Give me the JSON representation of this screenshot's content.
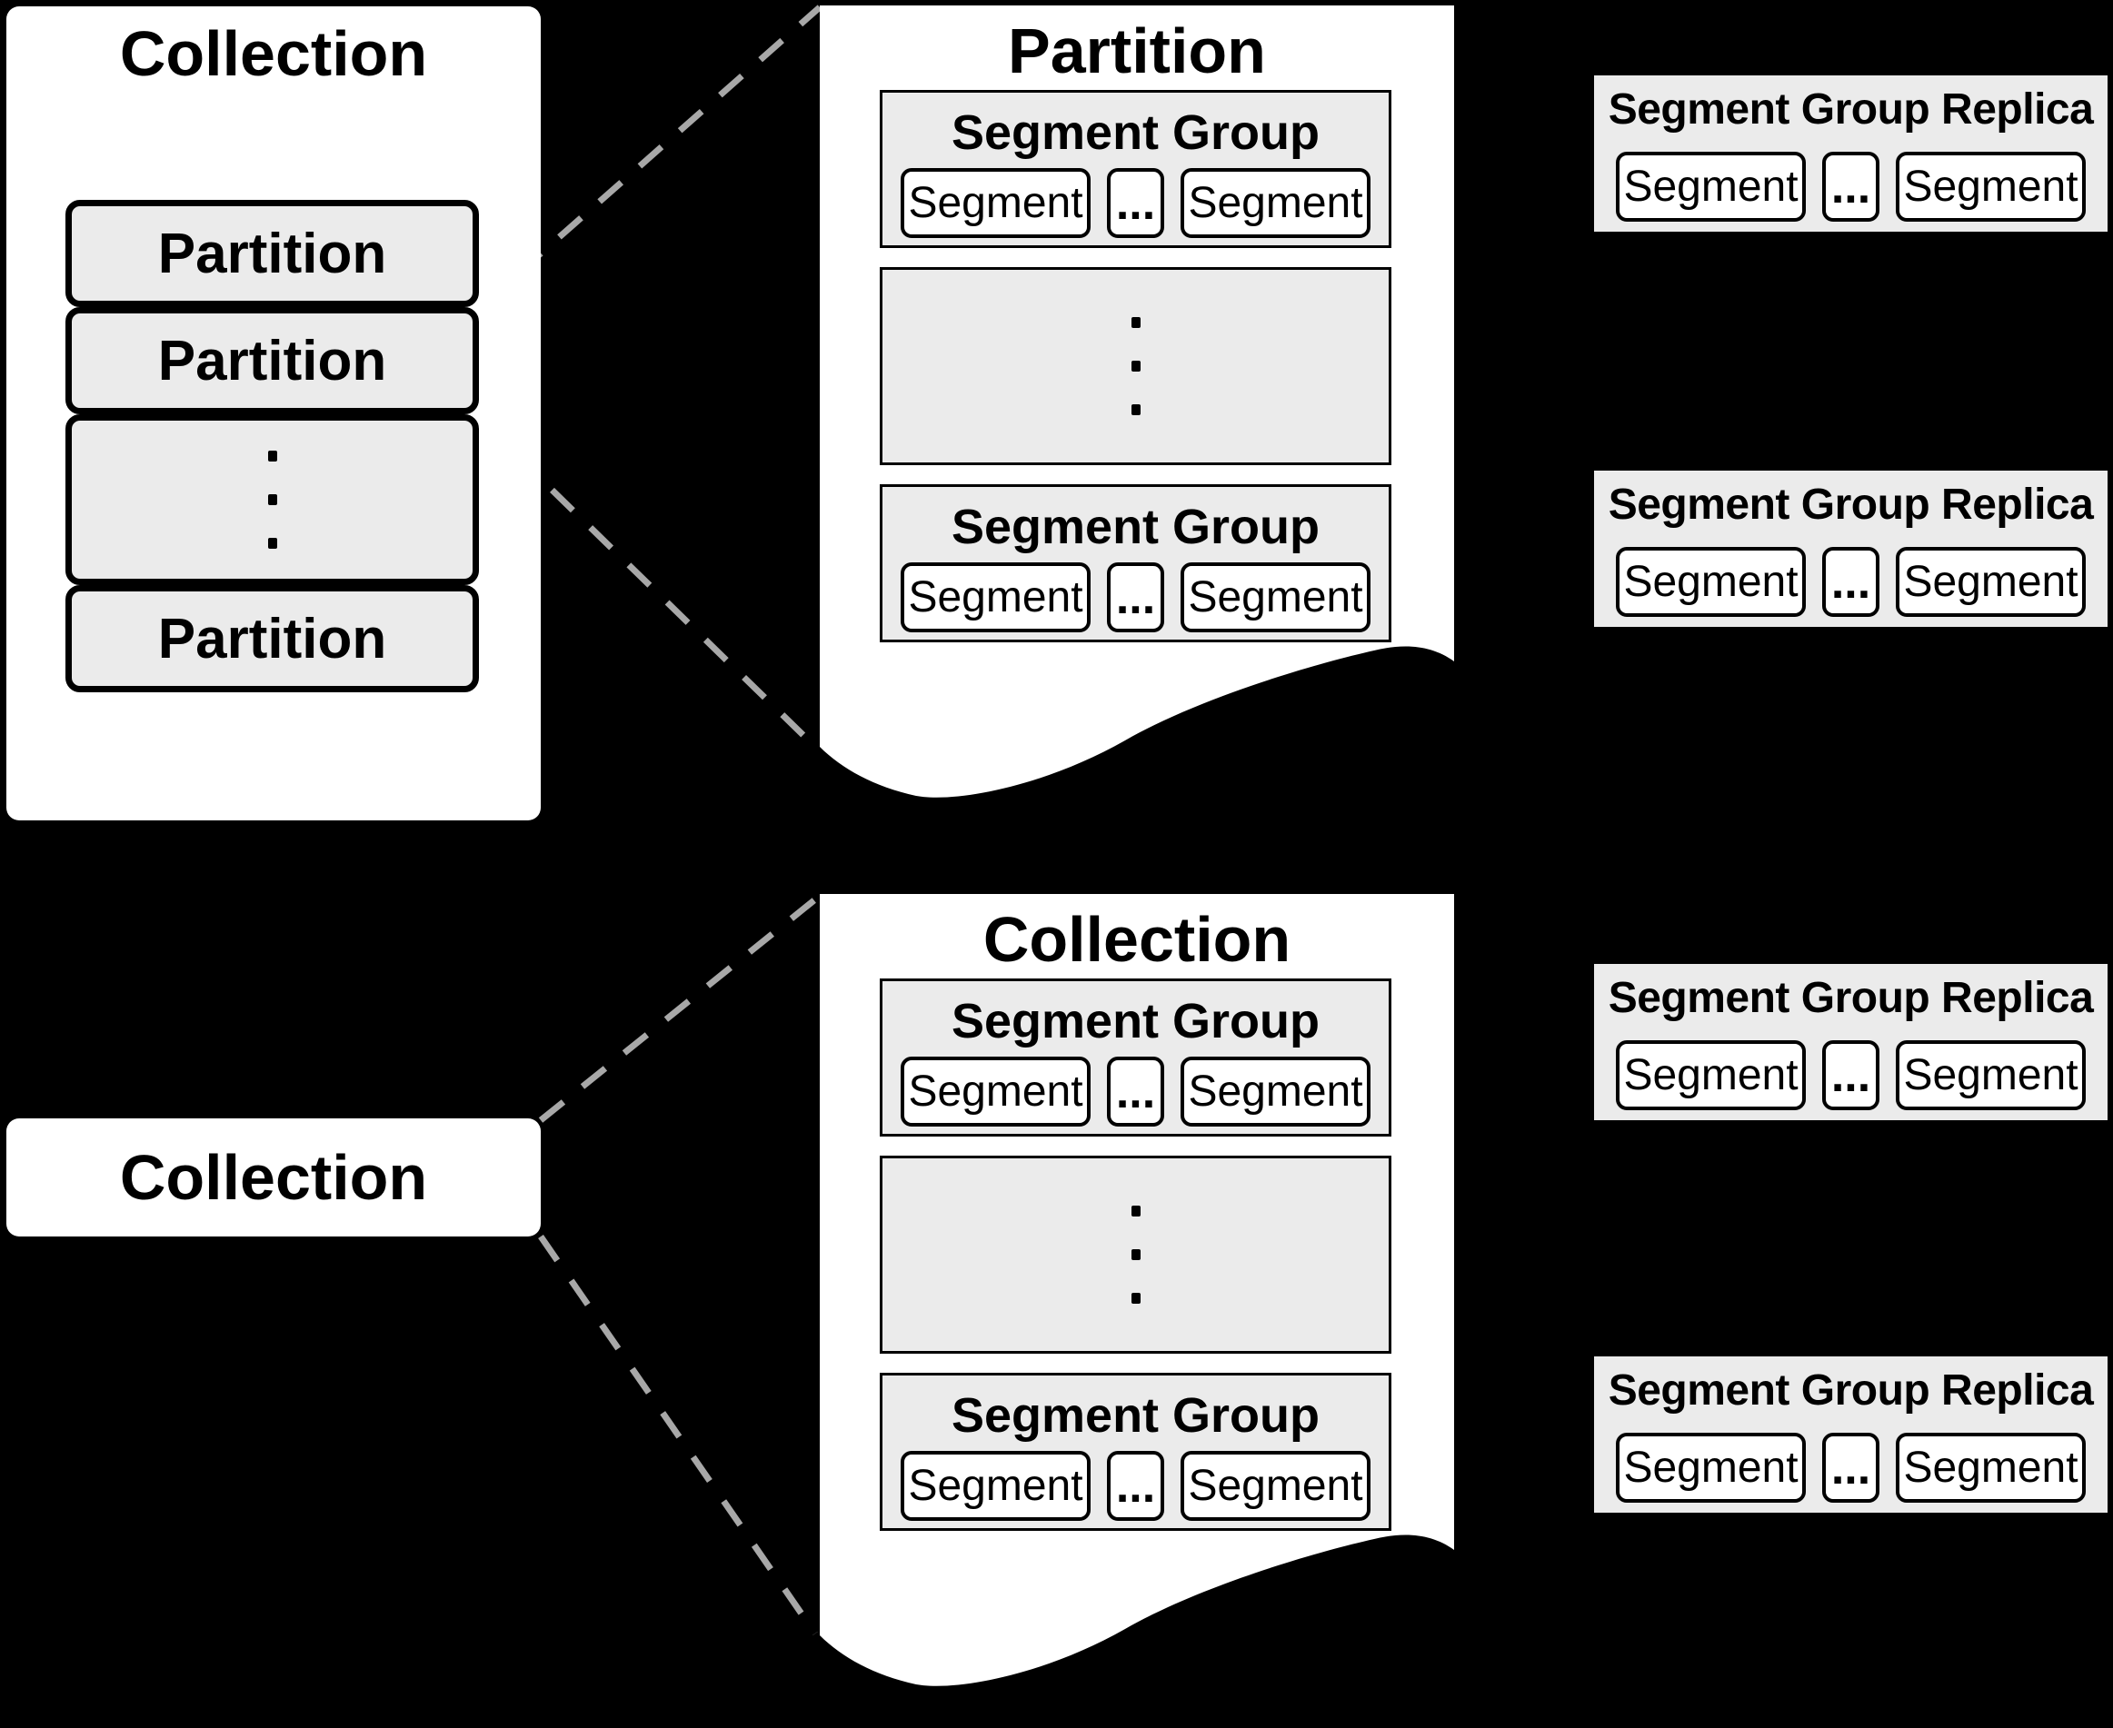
{
  "colors": {
    "background": "#000000",
    "page_fill": "#ffffff",
    "box_fill": "#ebebeb",
    "border": "#000000",
    "dashed_line": "#a8a8a8",
    "text": "#000000"
  },
  "overview_panel": {
    "title": "Collection",
    "partitions": [
      "Partition",
      "Partition",
      "Partition"
    ],
    "vertical_ellipsis": "⋮"
  },
  "collection_box": {
    "label": "Collection"
  },
  "pages": [
    {
      "title": "Partition",
      "vertical_ellipsis": "⋮",
      "groups": [
        {
          "title": "Segment Group",
          "segments": [
            "Segment",
            "Segment"
          ],
          "ellipsis": "..."
        },
        {
          "title": "Segment Group",
          "segments": [
            "Segment",
            "Segment"
          ],
          "ellipsis": "..."
        }
      ]
    },
    {
      "title": "Collection",
      "vertical_ellipsis": "⋮",
      "groups": [
        {
          "title": "Segment Group",
          "segments": [
            "Segment",
            "Segment"
          ],
          "ellipsis": "..."
        },
        {
          "title": "Segment Group",
          "segments": [
            "Segment",
            "Segment"
          ],
          "ellipsis": "..."
        }
      ]
    }
  ],
  "replicas": [
    {
      "title": "Segment Group Replica",
      "segments": [
        "Segment",
        "Segment"
      ],
      "ellipsis": "..."
    },
    {
      "title": "Segment Group Replica",
      "segments": [
        "Segment",
        "Segment"
      ],
      "ellipsis": "..."
    },
    {
      "title": "Segment Group Replica",
      "segments": [
        "Segment",
        "Segment"
      ],
      "ellipsis": "..."
    },
    {
      "title": "Segment Group Replica",
      "segments": [
        "Segment",
        "Segment"
      ],
      "ellipsis": "..."
    }
  ]
}
